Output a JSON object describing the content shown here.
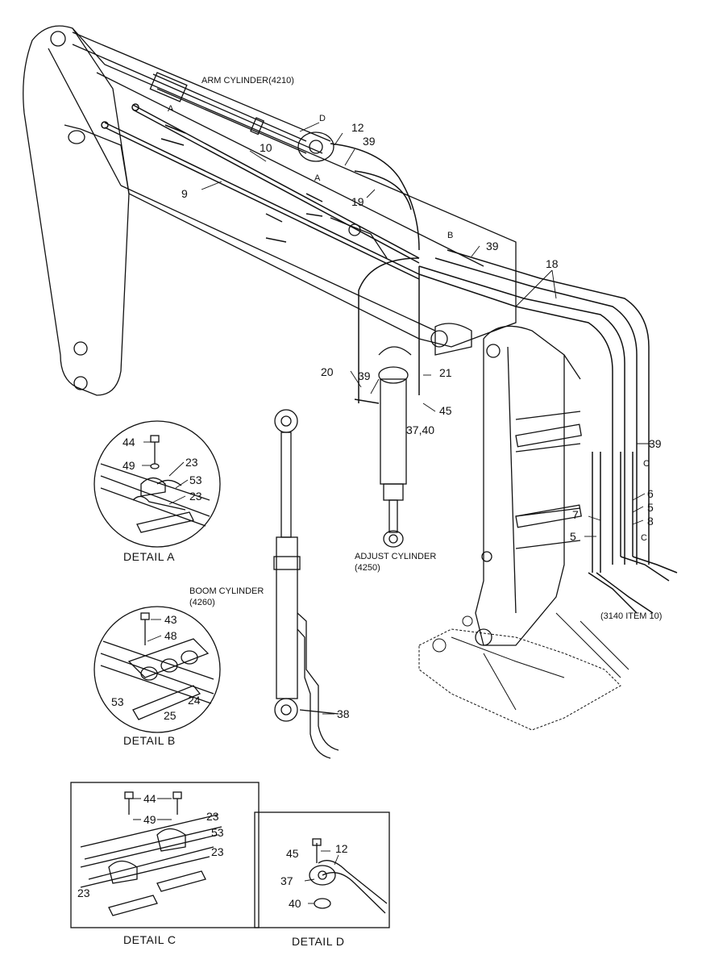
{
  "labels": {
    "arm_cylinder": "ARM CYLINDER(4210)",
    "adjust_cylinder_line1": "ADJUST CYLINDER",
    "adjust_cylinder_line2": "(4250)",
    "boom_cylinder_line1": "BOOM CYLINDER",
    "boom_cylinder_line2": "(4260)",
    "item_ref": "(3140 ITEM 10)"
  },
  "callouts": {
    "A": "A",
    "B": "B",
    "C": "C",
    "D": "D",
    "p5": "5",
    "p6": "6",
    "p7": "7",
    "p8": "8",
    "p9": "9",
    "p10": "10",
    "p12": "12",
    "p18": "18",
    "p19": "19",
    "p20": "20",
    "p21": "21",
    "p23": "23",
    "p24": "24",
    "p25": "25",
    "p37": "37",
    "p37_40": "37,40",
    "p38": "38",
    "p39": "39",
    "p40": "40",
    "p43": "43",
    "p44": "44",
    "p45": "45",
    "p48": "48",
    "p49": "49",
    "p53": "53"
  },
  "details": {
    "a": "DETAIL  A",
    "b": "DETAIL  B",
    "c": "DETAIL  C",
    "d": "DETAIL D"
  }
}
